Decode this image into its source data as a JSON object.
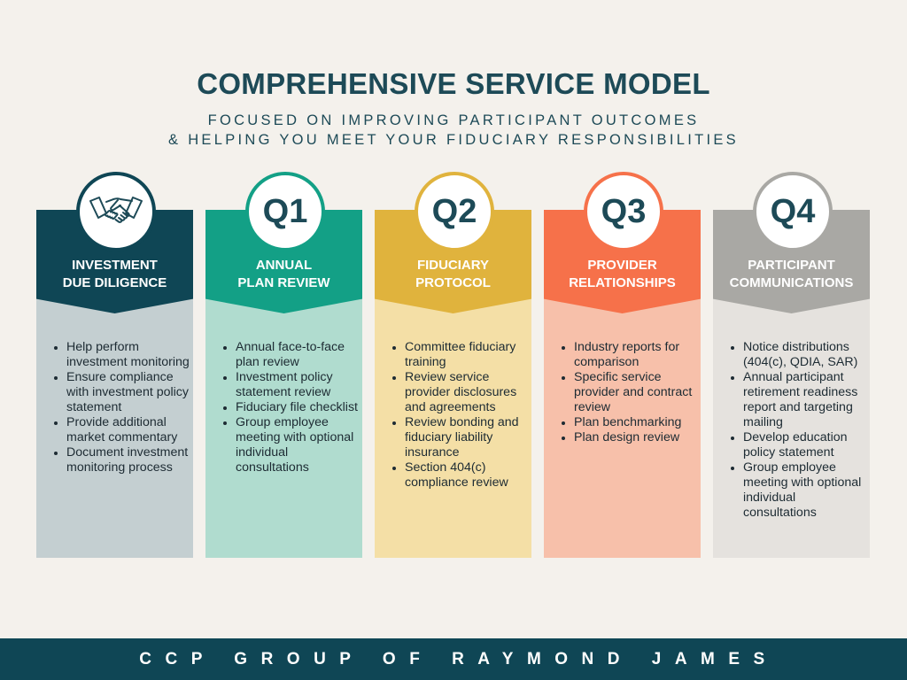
{
  "header": {
    "title": "COMPREHENSIVE SERVICE MODEL",
    "subtitle_line1": "FOCUSED ON IMPROVING PARTICIPANT OUTCOMES",
    "subtitle_line2": "& HELPING YOU MEET YOUR FIDUCIARY RESPONSIBILITIES"
  },
  "columns": [
    {
      "icon": "handshake-icon",
      "badge": "",
      "title_line1": "INVESTMENT",
      "title_line2": "DUE DILIGENCE",
      "head_color": "#0f4655",
      "body_color": "#c4cfd1",
      "items": [
        "Help perform investment monitoring",
        "Ensure compliance with investment policy statement",
        "Provide additional market commentary",
        "Document investment monitoring process"
      ]
    },
    {
      "badge": "Q1",
      "title_line1": "ANNUAL",
      "title_line2": "PLAN REVIEW",
      "head_color": "#13a086",
      "body_color": "#b0dccf",
      "items": [
        "Annual face-to-face plan review",
        "Investment policy statement review",
        "Fiduciary file checklist",
        "Group employee meeting with optional individual consultations"
      ]
    },
    {
      "badge": "Q2",
      "title_line1": "FIDUCIARY",
      "title_line2": "PROTOCOL",
      "head_color": "#e0b33d",
      "body_color": "#f4dfa6",
      "items": [
        "Committee fiduciary training",
        "Review service provider disclosures and agreements",
        "Review bonding and fiduciary liability insurance",
        "Section 404(c) compliance review"
      ]
    },
    {
      "badge": "Q3",
      "title_line1": "PROVIDER",
      "title_line2": "RELATIONSHIPS",
      "head_color": "#f6714a",
      "body_color": "#f7c0aa",
      "items": [
        "Industry reports for comparison",
        "Specific service provider and contract review",
        "Plan benchmarking",
        "Plan design review"
      ]
    },
    {
      "badge": "Q4",
      "title_line1": "PARTICIPANT",
      "title_line2": "COMMUNICATIONS",
      "head_color": "#a9a8a4",
      "body_color": "#e5e2de",
      "items": [
        "Notice distributions (404(c), QDIA, SAR)",
        "Annual participant retirement readiness report and targeting mailing",
        "Develop education policy statement",
        "Group employee meeting with optional individual consultations"
      ]
    }
  ],
  "footer": {
    "text": "CCP GROUP OF RAYMOND JAMES"
  }
}
